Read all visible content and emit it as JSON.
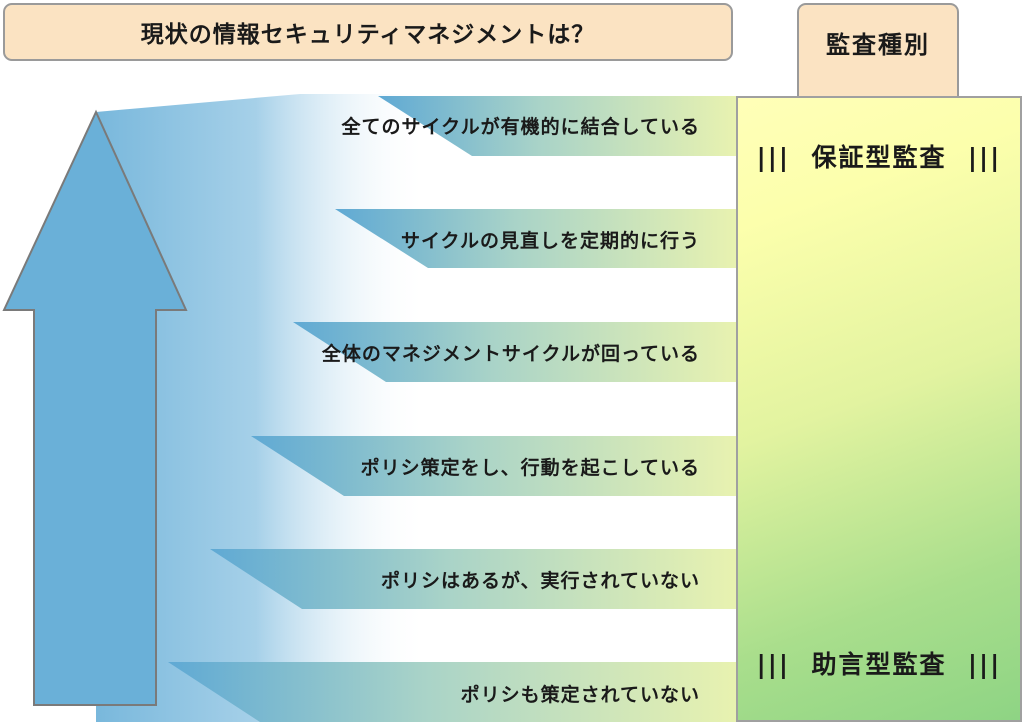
{
  "title": "現状の情報セキュリティマネジメントは？",
  "audit_types": {
    "header": "監査種別",
    "top": "保証型監査",
    "bottom": "助言型監査",
    "bars": "|||"
  },
  "levels": [
    "全てのサイクルが有機的に結合している",
    "サイクルの見直しを定期的に行う",
    "全体のマネジメントサイクルが回っている",
    "ポリシ策定をし、行動を起こしている",
    "ポリシはあるが、実行されていない",
    "ポリシも策定されていない"
  ],
  "colors": {
    "title_fill": "#fbe3c2",
    "arrow": "#6ab0d8",
    "panel_top": "#ffffb8",
    "panel_bottom": "#8ed484"
  }
}
